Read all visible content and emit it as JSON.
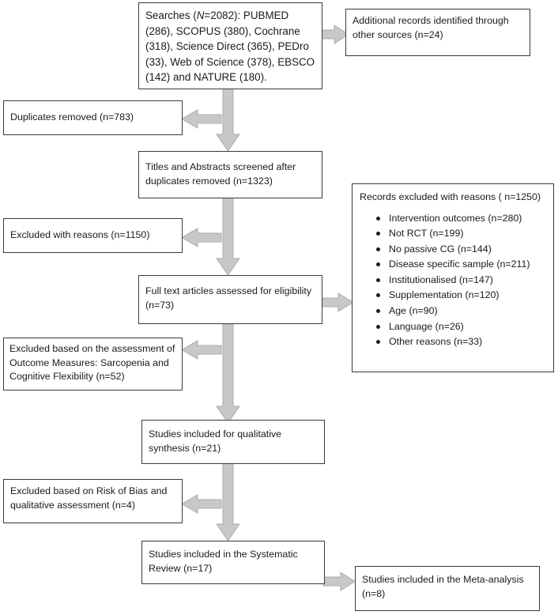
{
  "searches": {
    "label": "Searches (",
    "n_italic": "N",
    "rest": "=2082): PUBMED (286), SCOPUS (380), Cochrane (318), Science Direct (365), PEDro (33), Web of Science (378), EBSCO (142) and NATURE (180)."
  },
  "additional": "Additional records identified through other sources (n=24)",
  "duplicates": "Duplicates removed (n=783)",
  "screened": "Titles and Abstracts screened after duplicates removed (n=1323)",
  "excluded_reasons": "Excluded with reasons (n=1150)",
  "records_excluded": {
    "title": "Records excluded with reasons ( n=1250)",
    "items": [
      "Intervention outcomes (n=280)",
      "Not RCT (n=199)",
      "No passive CG (n=144)",
      "Disease specific sample (n=211)",
      "Institutionalised (n=147)",
      "Supplementation (n=120)",
      "Age (n=90)",
      "Language (n=26)",
      "Other reasons (n=33)"
    ]
  },
  "fulltext": "Full text articles assessed for eligibility  (n=73)",
  "excluded_outcome": "Excluded based on the assessment of Outcome Measures: Sarcopenia and Cognitive Flexibility (n=52)",
  "qualitative": "Studies included for qualitative synthesis  (n=21)",
  "excluded_bias": "Excluded based on Risk of Bias and qualitative assessment (n=4)",
  "systematic": "Studies included in the Systematic Review (n=17)",
  "meta": "Studies included in the Meta-analysis (n=8)"
}
